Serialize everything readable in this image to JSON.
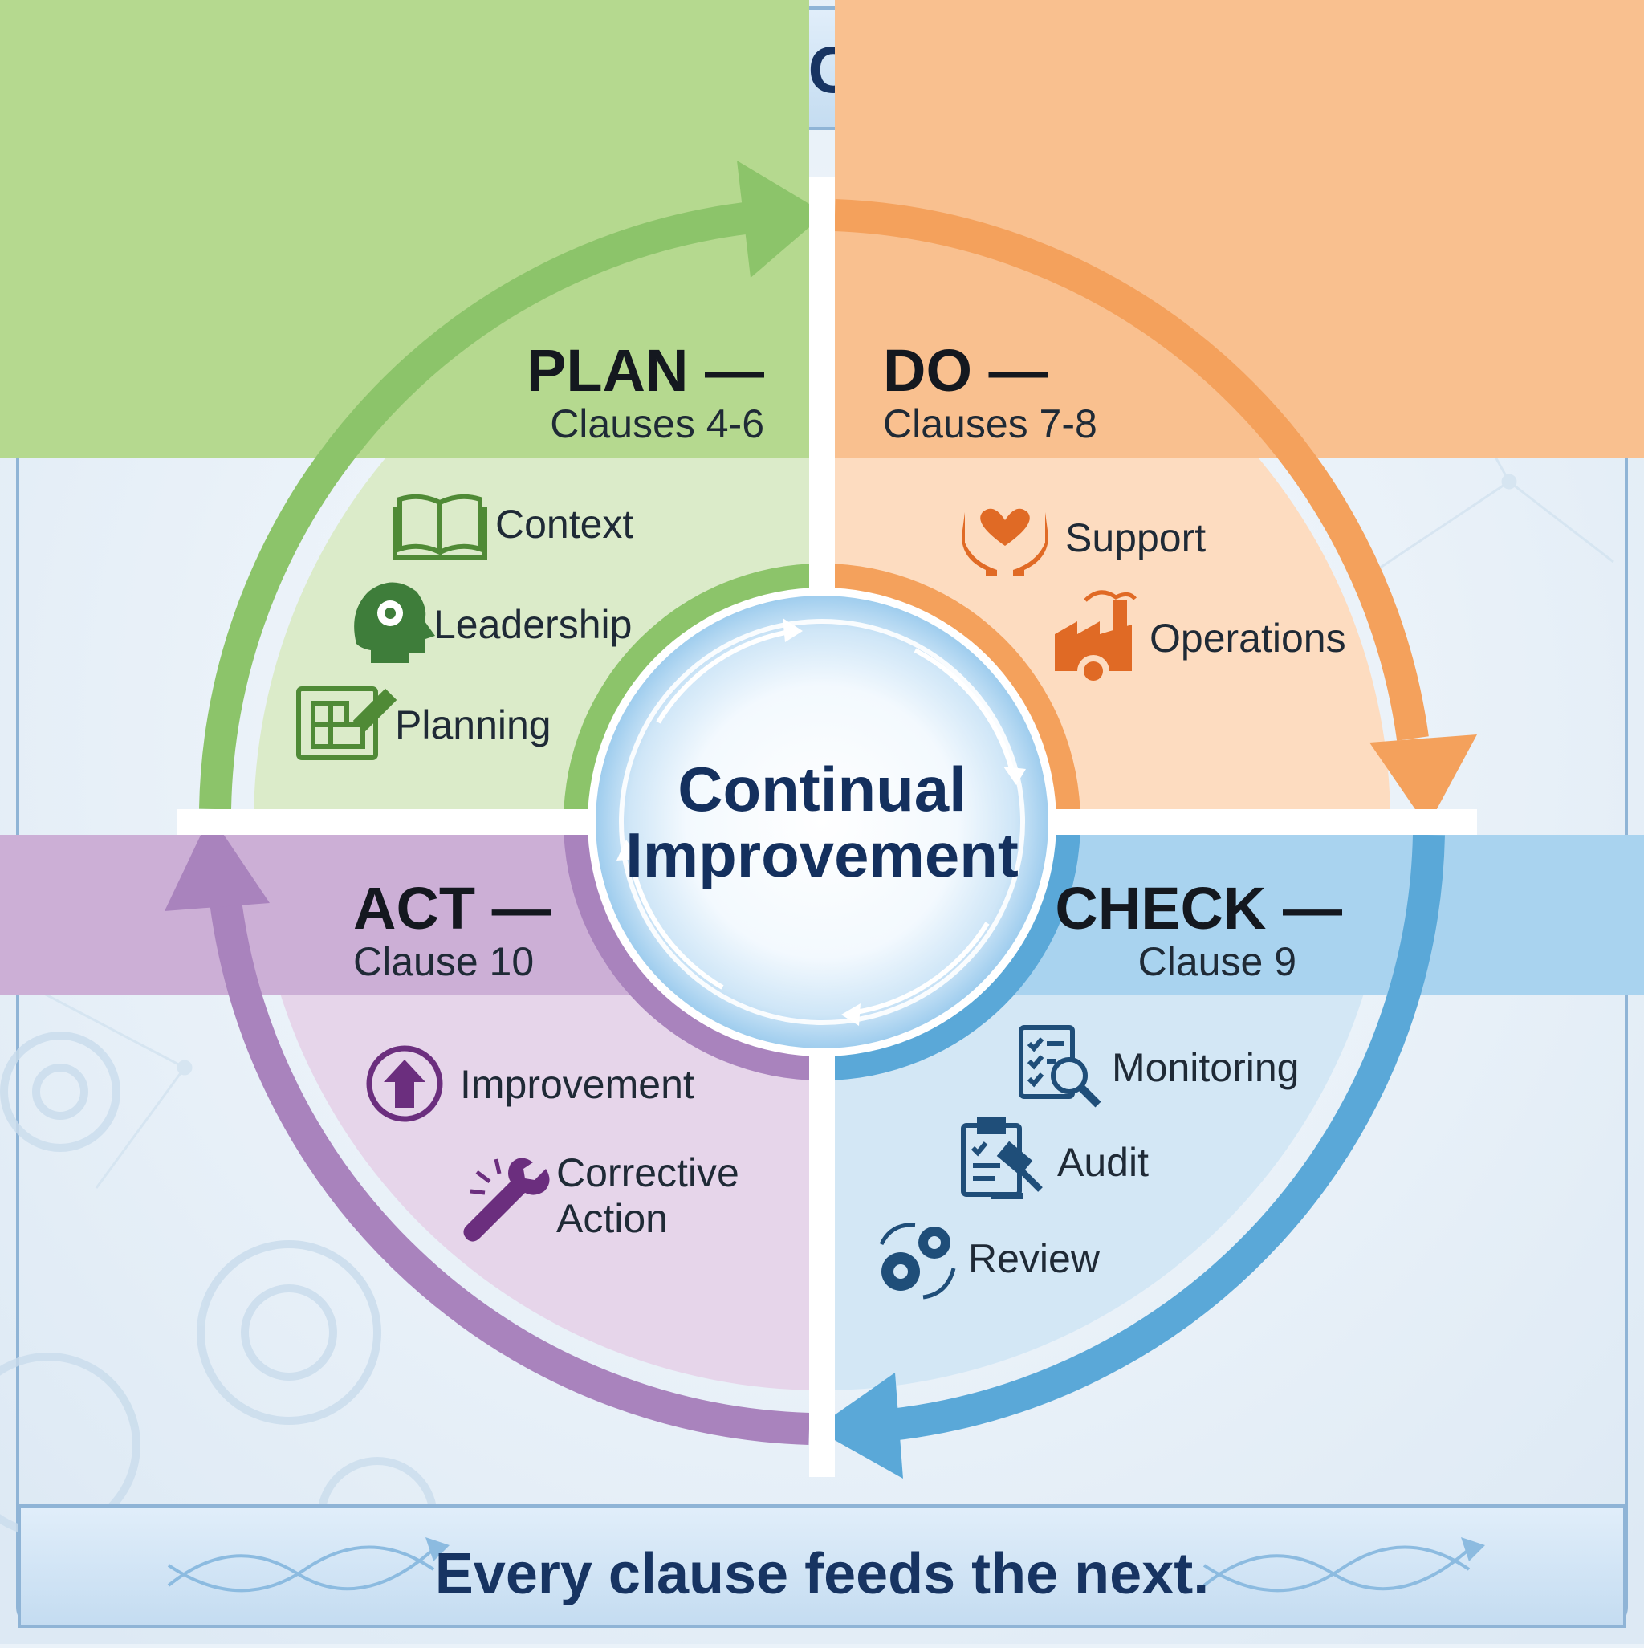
{
  "title": "ISO 45001 PDCA Cycle — 4 Phases",
  "center": {
    "line1": "Continual",
    "line2": "Improvement"
  },
  "footer": "Every clause feeds the next.",
  "phases": {
    "plan": {
      "title": "PLAN —",
      "clause": "Clauses 4-6",
      "color": "#8cc46a",
      "items": [
        {
          "label": "Context",
          "icon": "book-icon"
        },
        {
          "label": "Leadership",
          "icon": "head-gear-icon"
        },
        {
          "label": "Planning",
          "icon": "blueprint-pencil-icon"
        }
      ]
    },
    "do": {
      "title": "DO —",
      "clause": "Clauses 7-8",
      "color": "#f4a15c",
      "items": [
        {
          "label": "Support",
          "icon": "hands-heart-icon"
        },
        {
          "label": "Operations",
          "icon": "factory-icon"
        }
      ]
    },
    "check": {
      "title": "CHECK —",
      "clause": "Clause 9",
      "color": "#5aa8d8",
      "items": [
        {
          "label": "Monitoring",
          "icon": "checklist-magnifier-icon"
        },
        {
          "label": "Audit",
          "icon": "clipboard-gavel-icon"
        },
        {
          "label": "Review",
          "icon": "gears-cycle-icon"
        }
      ]
    },
    "act": {
      "title": "ACT —",
      "clause": "Clause 10",
      "color": "#a983bd",
      "items": [
        {
          "label": "Improvement",
          "icon": "up-arrow-circle-icon"
        },
        {
          "label_line1": "Corrective",
          "label_line2": "Action",
          "icon": "wrench-icon"
        }
      ]
    }
  }
}
